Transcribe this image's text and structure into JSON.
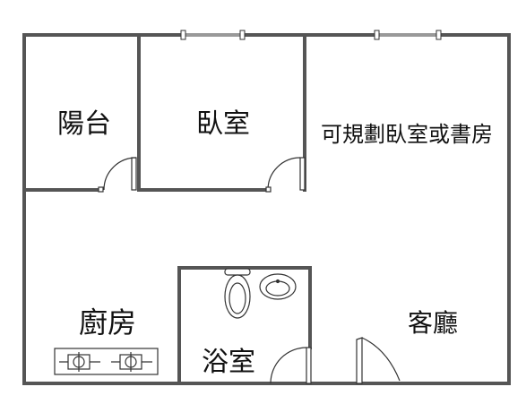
{
  "floor_plan": {
    "rooms": {
      "balcony": "陽台",
      "bedroom": "臥室",
      "flex_room": "可規劃臥室或書房",
      "kitchen": "廚房",
      "bathroom": "浴室",
      "living_room": "客廳"
    },
    "colors": {
      "wall": "#555555",
      "line": "#333333",
      "background": "#ffffff"
    },
    "icons": [
      "door-swing-icon",
      "window-icon",
      "toilet-icon",
      "sink-icon",
      "stove-burner-icon"
    ]
  }
}
